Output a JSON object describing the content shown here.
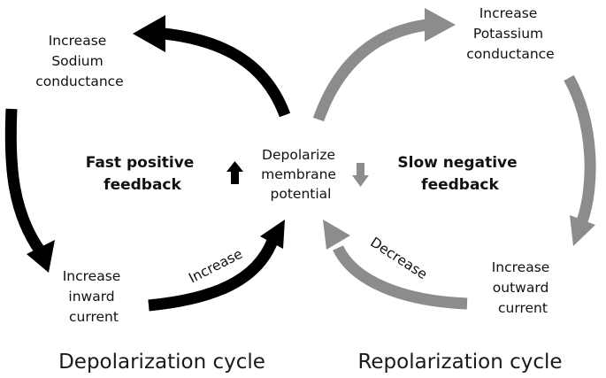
{
  "colors": {
    "positive": "#000000",
    "negative": "#8c8c8c",
    "text": "#111111"
  },
  "center": {
    "lines": [
      "Depolarize",
      "membrane",
      "potential"
    ]
  },
  "left": {
    "top_node": [
      "Increase",
      "Sodium",
      "conductance"
    ],
    "bottom_node": [
      "Increase",
      "inward",
      "current"
    ],
    "feedback": [
      "Fast positive",
      "feedback"
    ],
    "arc_label": "Increase",
    "cycle_label": "Depolarization cycle",
    "indicator_icon": "up-arrow"
  },
  "right": {
    "top_node": [
      "Increase",
      "Potassium",
      "conductance"
    ],
    "bottom_node": [
      "Increase",
      "outward",
      "current"
    ],
    "feedback": [
      "Slow negative",
      "feedback"
    ],
    "arc_label": "Decrease",
    "cycle_label": "Repolarization cycle",
    "indicator_icon": "down-arrow"
  }
}
